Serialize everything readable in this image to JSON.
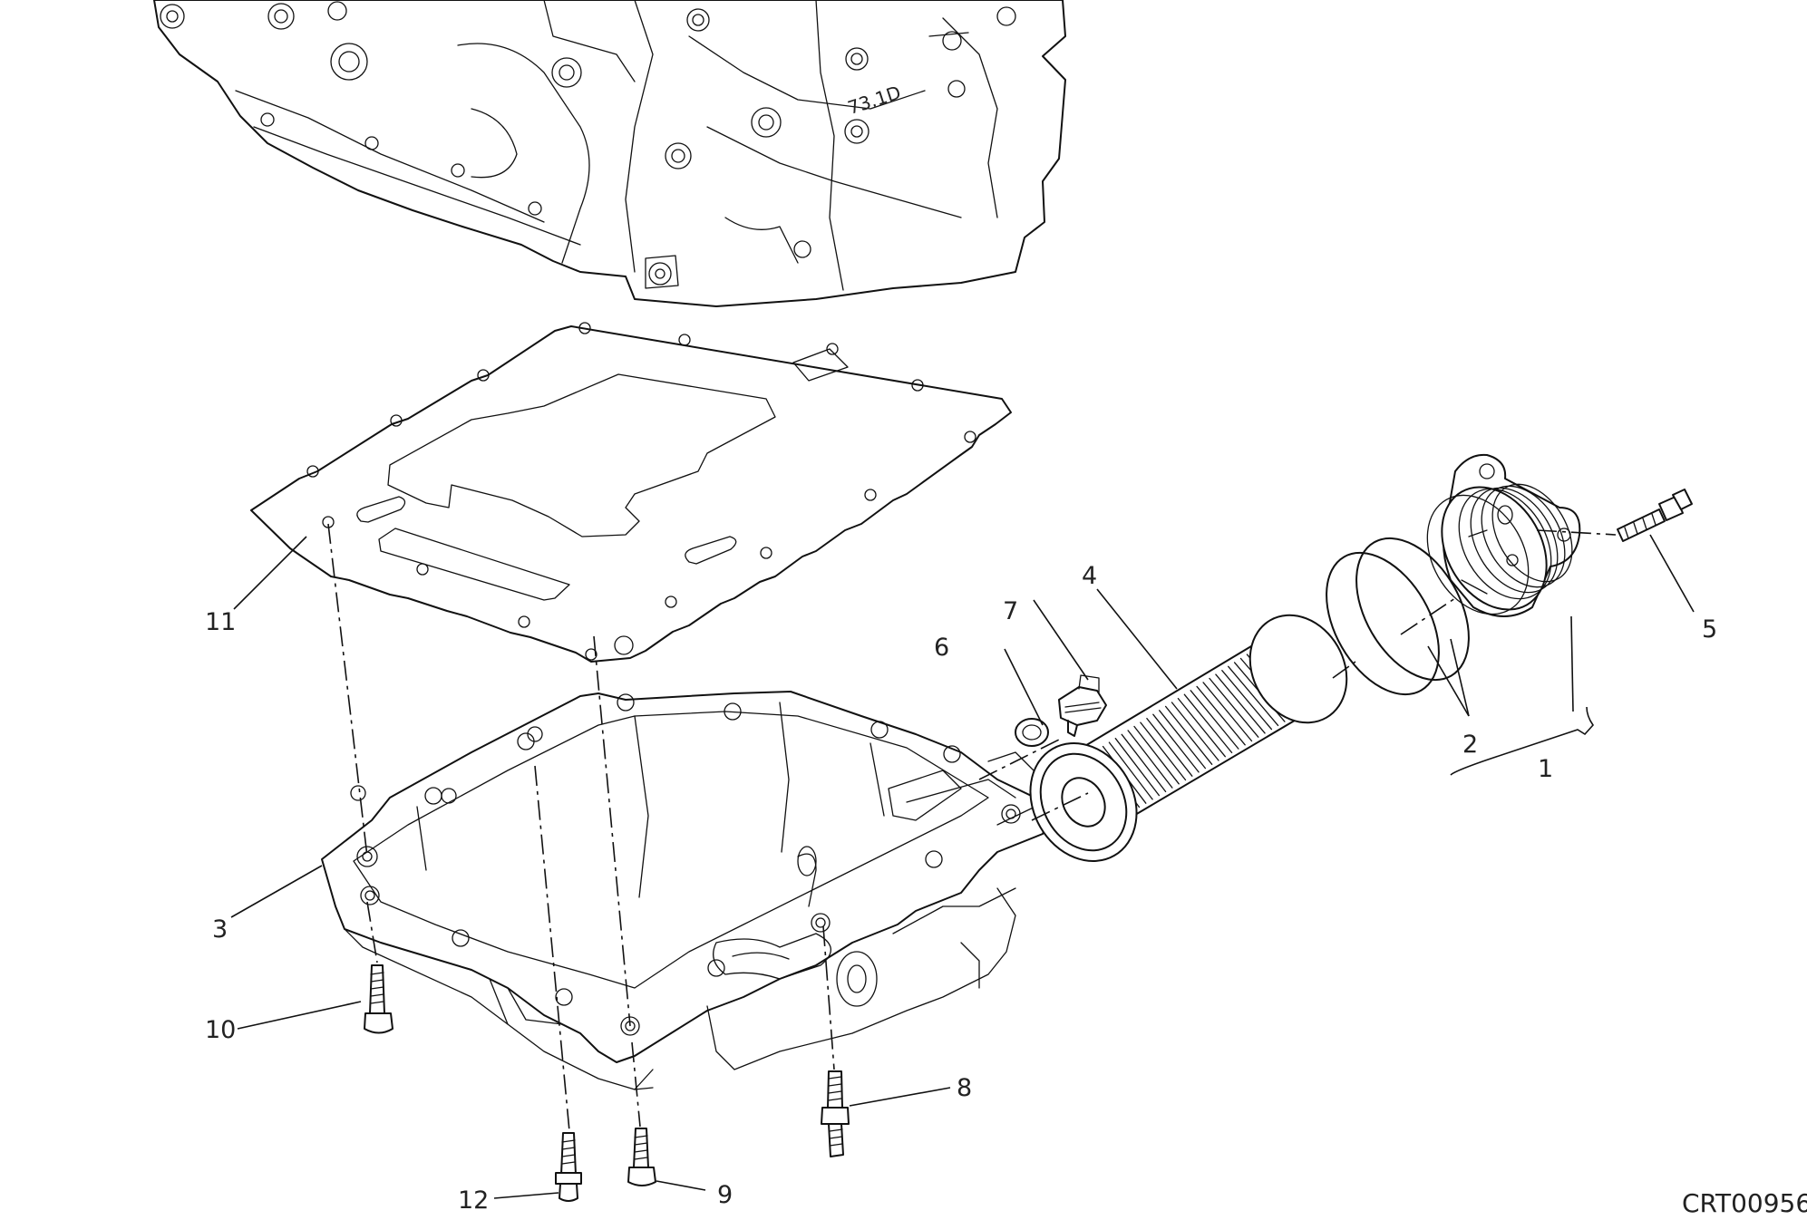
{
  "drawing": {
    "code": "CRT00956"
  },
  "callouts": [
    {
      "id": "1",
      "label": "1"
    },
    {
      "id": "2",
      "label": "2"
    },
    {
      "id": "3",
      "label": "3"
    },
    {
      "id": "4",
      "label": "4"
    },
    {
      "id": "5",
      "label": "5"
    },
    {
      "id": "6",
      "label": "6"
    },
    {
      "id": "7",
      "label": "7"
    },
    {
      "id": "8",
      "label": "8"
    },
    {
      "id": "9",
      "label": "9"
    },
    {
      "id": "10",
      "label": "10"
    },
    {
      "id": "11",
      "label": "11"
    },
    {
      "id": "12",
      "label": "12"
    }
  ],
  "engraving": {
    "case_mark": "73.1D"
  }
}
